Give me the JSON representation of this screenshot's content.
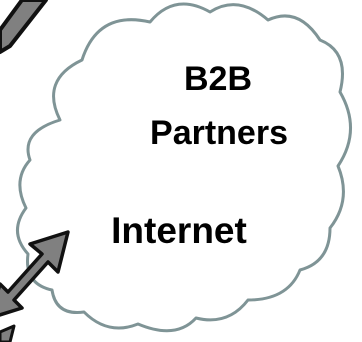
{
  "diagram": {
    "cloud": {
      "line1": "B2B",
      "line2": "Partners",
      "network_label": "Internet"
    },
    "colors": {
      "cloud_outline": "#7f9496",
      "cloud_fill": "#ffffff",
      "arrow_fill": "#808080",
      "arrow_outline": "#111111",
      "text": "#000000"
    }
  }
}
